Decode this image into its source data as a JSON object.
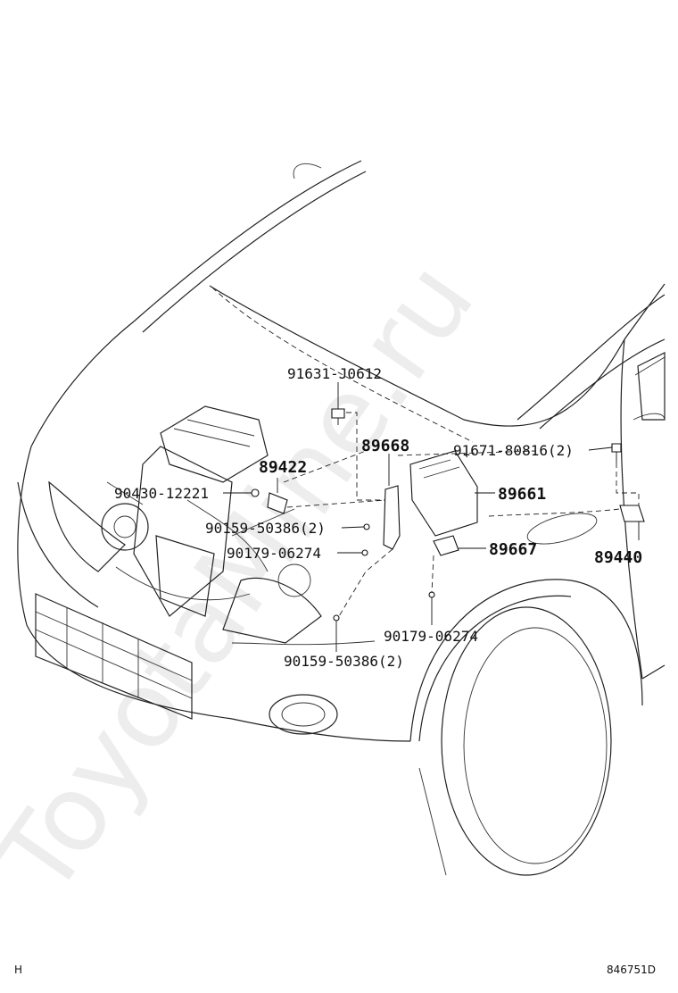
{
  "watermark": "ToyotaMine.ru",
  "footer": {
    "left_mark": "H",
    "diagram_id": "846751D"
  },
  "callouts": {
    "bolt_top": "91631-J0612",
    "bracket_main": "89668",
    "sensor_knock": "89422",
    "bolt_right": "91671-80816(2)",
    "ecu": "89661",
    "plug": "90430-12221",
    "bolt_mid": "90159-50386(2)",
    "ecu_bracket": "89667",
    "sensor_height": "89440",
    "nut_left": "90179-06274",
    "nut_lower": "90179-06274",
    "bolt_lower": "90159-50386(2)"
  }
}
